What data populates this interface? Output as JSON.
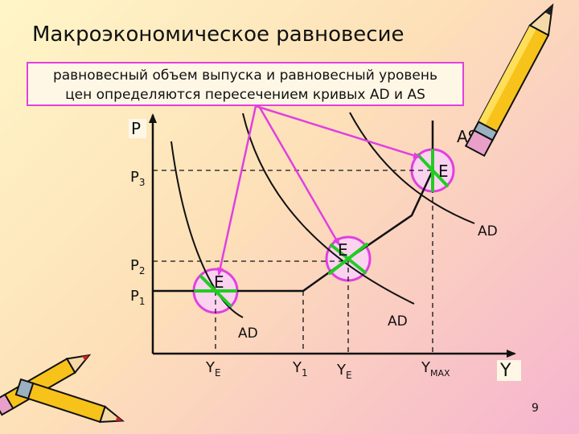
{
  "title": "Макроэкономическое равновесие",
  "caption": {
    "line1": "равновесный объем выпуска и равновесный уровень",
    "line2": "цен определяются пересечением кривых AD и AS"
  },
  "axes": {
    "y_label": "P",
    "x_label": "Y"
  },
  "labels": {
    "as": "AS",
    "ad_right": "AD",
    "ad_middle": "AD",
    "ad_left": "AD",
    "e_top": "E",
    "e_middle": "E",
    "e_low": "E"
  },
  "price_levels": {
    "p3": "P",
    "p3_sub": "3",
    "p2": "P",
    "p2_sub": "2",
    "p1": "P",
    "p1_sub": "1"
  },
  "output_levels": {
    "ye_left": "Y",
    "ye_left_sub": "E",
    "y1": "Y",
    "y1_sub": "1",
    "ye_mid": "Y",
    "ye_mid_sub": "E",
    "ymax": "Y",
    "ymax_sub": "MAX"
  },
  "page_number": "9",
  "colors": {
    "caption_border": "#e040e0",
    "arrows": "#e040e0",
    "highlight_circle": "#e040e0",
    "highlight_fill": "#fbd3ef",
    "cross_lines": "#22cc22",
    "curves": "#111111"
  }
}
